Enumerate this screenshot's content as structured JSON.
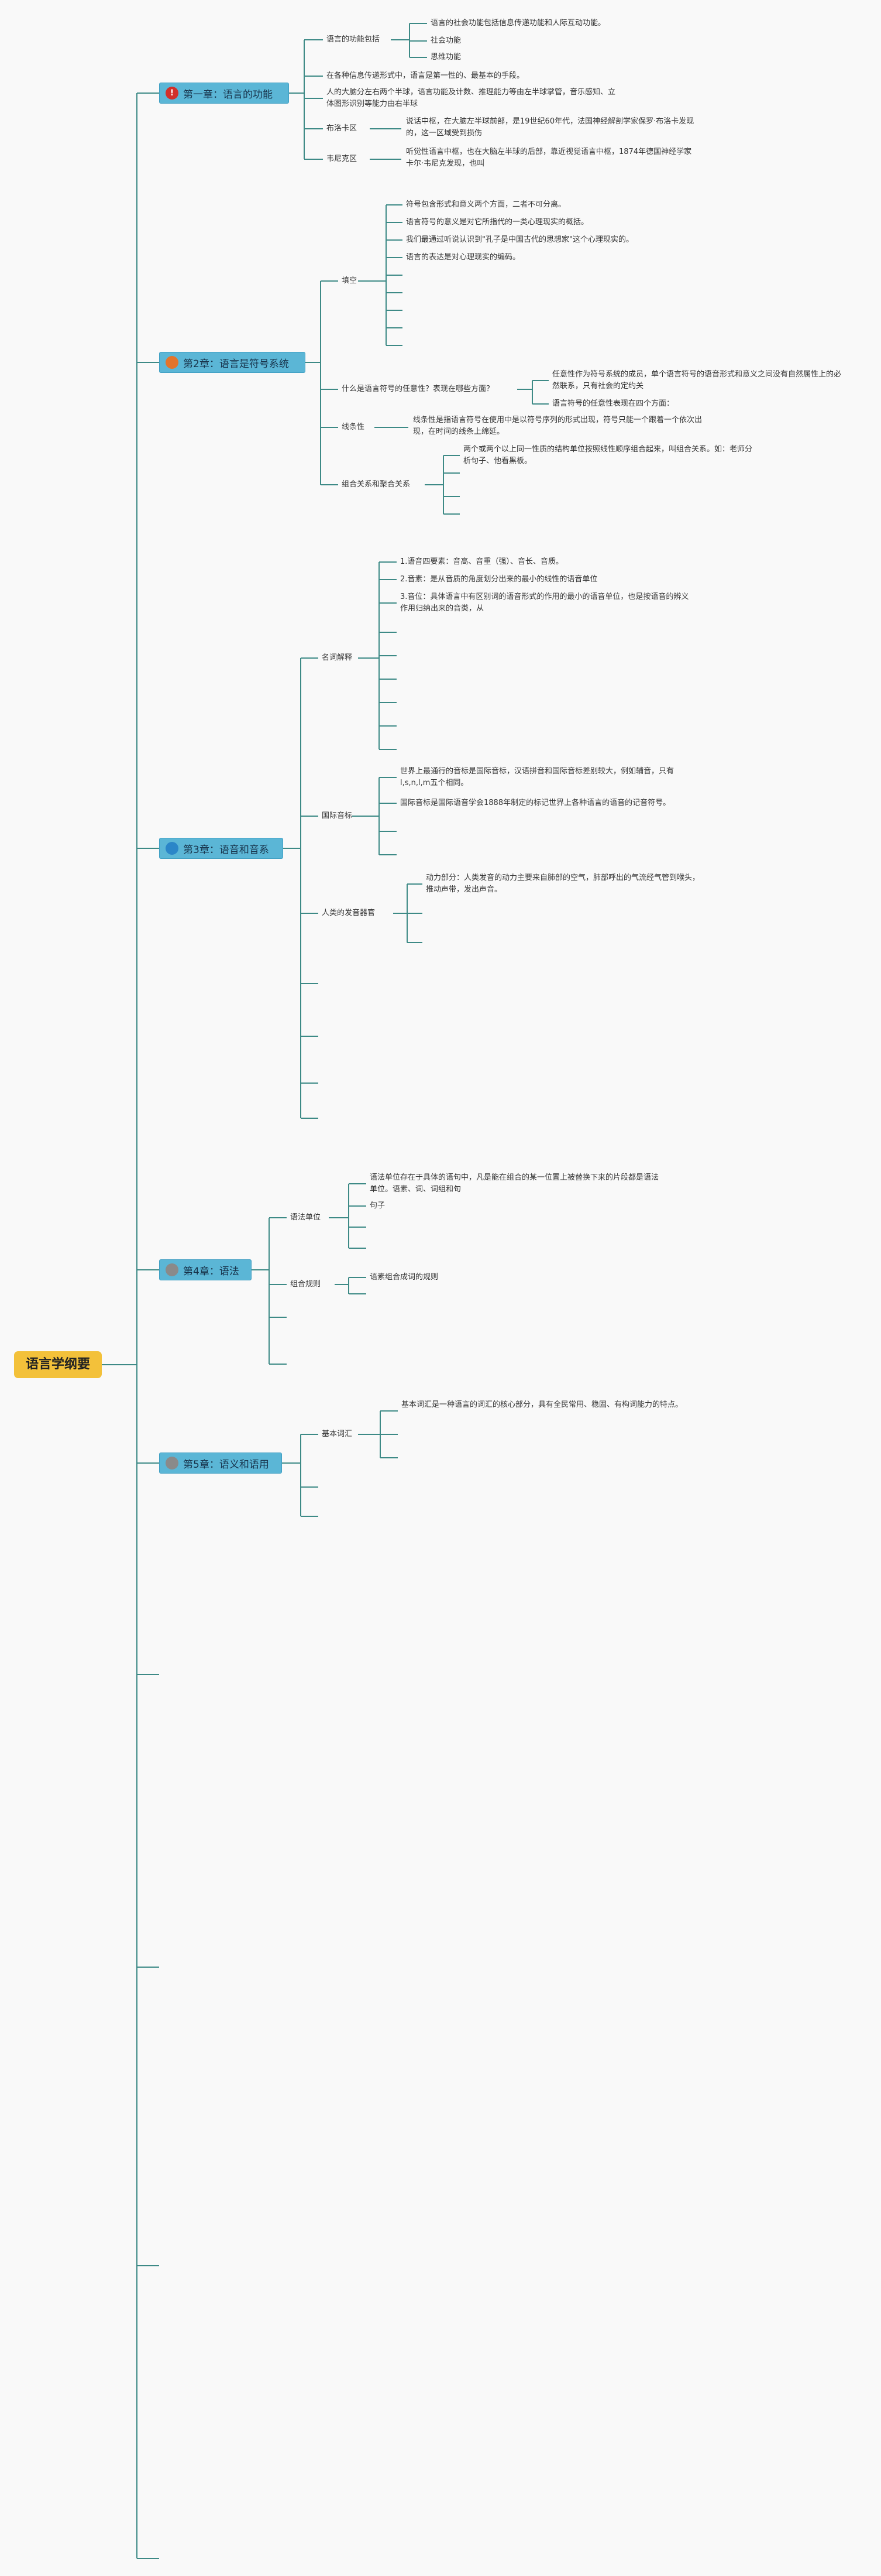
{
  "root": {
    "label": "语言学纲要"
  },
  "colors": {
    "line": "#3d8a86",
    "root_bg": "#f3c13a",
    "chapter_bg": "#5bb6d6",
    "icon_red": "#d2302a",
    "icon_orange": "#e3742c",
    "icon_blue": "#2b86c8",
    "icon_gray": "#8a8a8a"
  },
  "chapters": [
    {
      "label": "第一章：语言的功能",
      "icon": "exclamation-icon",
      "topics": [
        {
          "label": "语言的功能包括",
          "items": [
            "语言的社会功能包括信息传递功能和人际互动功能。",
            "社会功能",
            "思维功能"
          ]
        },
        {
          "label": "在各种信息传递形式中，语言是第一性的、最基本的手段。"
        },
        {
          "label": "人的大脑分左右两个半球，语言功能及计数、推理能力等由左半球掌管，音乐感知、立体图形识别等能力由右半球"
        },
        {
          "label": "布洛卡区",
          "items": [
            "说话中枢，在大脑左半球前部，是19世纪60年代，法国神经解剖学家保罗·布洛卡发现的，这一区域受到损伤"
          ]
        },
        {
          "label": "韦尼克区",
          "items": [
            "听觉性语言中枢，也在大脑左半球的后部，靠近视觉语言中枢，1874年德国神经学家卡尔·韦尼克发现，也叫"
          ]
        }
      ]
    },
    {
      "label": "第2章：语言是符号系统",
      "icon": "circle-icon",
      "topics": [
        {
          "label": "填空",
          "items": [
            "符号包含形式和意义两个方面，二者不可分离。",
            "语言符号的意义是对它所指代的一类心理现实的概括。",
            "我们最通过听说认识到\"孔子是中国古代的思想家\"这个心理现实的。",
            "语言的表达是对心理现实的编码。"
          ]
        },
        {
          "label": "什么是语言符号的任意性？表现在哪些方面？",
          "items": [
            "任意性作为符号系统的成员，单个语言符号的语音形式和意义之间没有自然属性上的必然联系，只有社会的定约关",
            "语言符号的任意性表现在四个方面："
          ]
        },
        {
          "label": "线条性",
          "items": [
            "线条性是指语言符号在使用中是以符号序列的形式出现，符号只能一个跟着一个依次出现，在时间的线条上绵延。"
          ]
        },
        {
          "label": "组合关系和聚合关系",
          "items": [
            "两个或两个以上同一性质的结构单位按照线性顺序组合起来，叫组合关系。如：老师分析句子、他看黑板。"
          ]
        }
      ]
    },
    {
      "label": "第3章：语音和音系",
      "icon": "globe-icon",
      "topics": [
        {
          "label": "名词解释",
          "items": [
            "1.语音四要素：音高、音重（强）、音长、音质。",
            "2.音素：是从音质的角度划分出来的最小的线性的语音单位",
            "3.音位：具体语言中有区别词的语音形式的作用的最小的语音单位，也是按语音的辨义作用归纳出来的音类，从"
          ]
        },
        {
          "label": "国际音标",
          "items": [
            "世界上最通行的音标是国际音标，汉语拼音和国际音标差别较大，例如辅音，只有l,s,n,l,m五个相同。",
            "国际音标是国际语音学会1888年制定的标记世界上各种语言的语音的记音符号。"
          ]
        },
        {
          "label": "人类的发音器官",
          "items": [
            "动力部分：人类发音的动力主要来自肺部的空气，肺部呼出的气流经气管到喉头，推动声带，发出声音。"
          ]
        }
      ]
    },
    {
      "label": "第4章：语法",
      "icon": "circle-icon",
      "topics": [
        {
          "label": "语法单位",
          "items": [
            "语法单位存在于具体的语句中，凡是能在组合的某一位置上被替换下来的片段都是语法单位。语素、词、词组和句",
            "句子"
          ]
        },
        {
          "label": "组合规则",
          "items": [
            "语素组合成词的规则"
          ]
        }
      ]
    },
    {
      "label": "第5章：语义和语用",
      "icon": "circle-icon",
      "topics": [
        {
          "label": "基本词汇",
          "items": [
            "基本词汇是一种语言的词汇的核心部分，具有全民常用、稳固、有构词能力的特点。"
          ]
        }
      ]
    }
  ]
}
